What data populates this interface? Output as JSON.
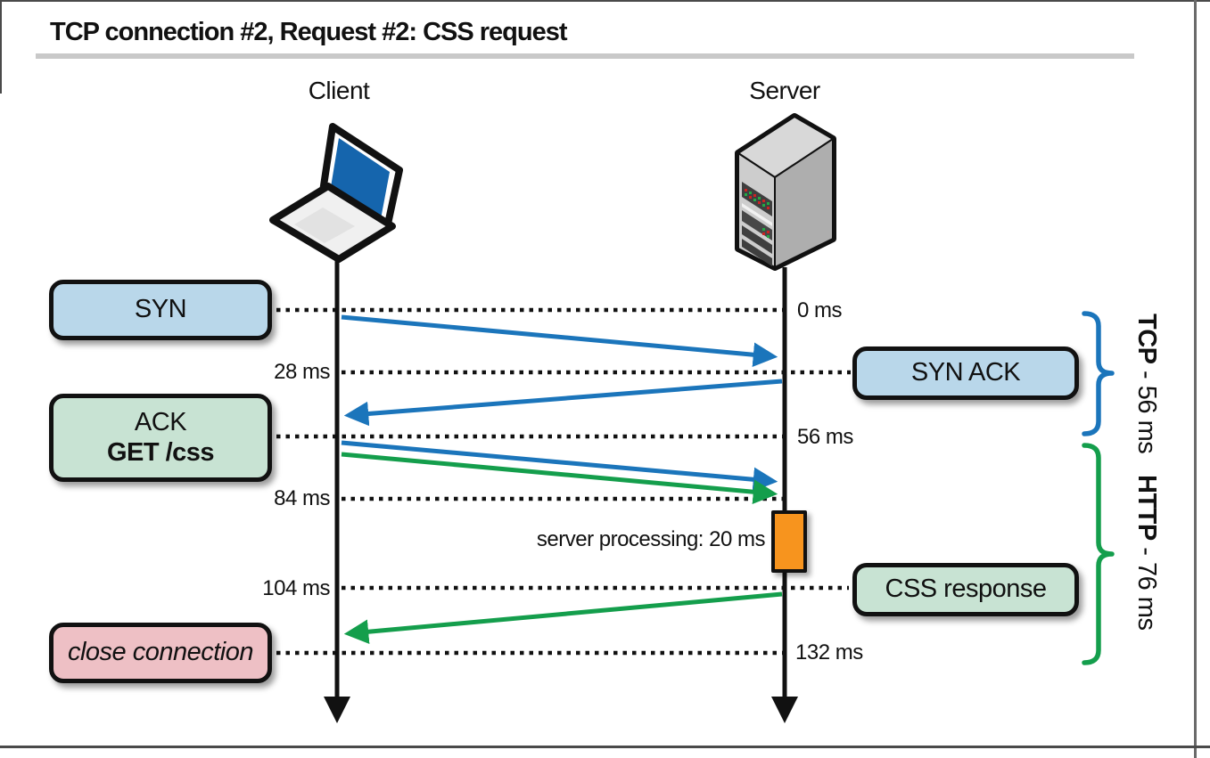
{
  "title": "TCP connection #2, Request #2: CSS request",
  "lanes": {
    "client": "Client",
    "server": "Server"
  },
  "icons": {
    "client": "laptop-icon",
    "server": "server-tower-icon"
  },
  "time_markers": [
    "0 ms",
    "28 ms",
    "56 ms",
    "84 ms",
    "104 ms",
    "132 ms"
  ],
  "boxes": {
    "syn": "SYN",
    "syn_ack": "SYN ACK",
    "ack_line1": "ACK",
    "ack_line2": "GET /css",
    "css_response": "CSS response",
    "close": "close connection"
  },
  "processing_label": "server processing: 20 ms",
  "braces": {
    "tcp": {
      "name": "TCP",
      "duration": " - 56 ms"
    },
    "http": {
      "name": "HTTP",
      "duration": " - 76 ms"
    }
  },
  "colors": {
    "blue_arrow": "#1b75bb",
    "green_arrow": "#149e4c",
    "box_blue": "#b9d7ea",
    "box_green": "#c8e3d3",
    "box_pink": "#eec0c5",
    "processing_orange": "#f7941e",
    "rule_gray": "#c9c9c9"
  }
}
